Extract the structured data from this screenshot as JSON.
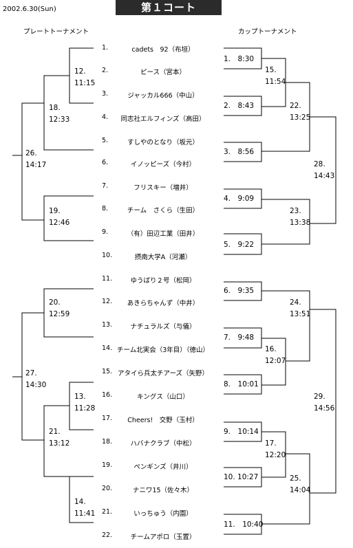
{
  "header": {
    "date": "2002.6.30(Sun)",
    "title": "第１コート",
    "plate_label": "プレートトーナメント",
    "cup_label": "カップトーナメント"
  },
  "teams": [
    {
      "num": "1.",
      "name": "cadets　92（布垣）"
    },
    {
      "num": "2.",
      "name": "ピース（宮本）"
    },
    {
      "num": "3.",
      "name": "ジャッカル666（中山）"
    },
    {
      "num": "4.",
      "name": "同志社エルフィンズ（高田）"
    },
    {
      "num": "5.",
      "name": "すしやのとなり（坂元）"
    },
    {
      "num": "6.",
      "name": "イノッピーズ（今村）"
    },
    {
      "num": "7.",
      "name": "フリスキー（増井）"
    },
    {
      "num": "8.",
      "name": "チーム　さくら（生田）"
    },
    {
      "num": "9.",
      "name": "（有）田辺工業（田井）"
    },
    {
      "num": "10.",
      "name": "摂南大学A（河瀬）"
    },
    {
      "num": "11.",
      "name": "ゆうばり２号（松岡）"
    },
    {
      "num": "12.",
      "name": "あきらちゃんず（中井）"
    },
    {
      "num": "13.",
      "name": "ナチュラルズ（与儀）"
    },
    {
      "num": "14.",
      "name": "チーム北実会（3年目）（徳山）"
    },
    {
      "num": "15.",
      "name": "アタイら兵太チアーズ（矢野）"
    },
    {
      "num": "16.",
      "name": "キングス（山口）"
    },
    {
      "num": "17.",
      "name": "Cheers!　交野（玉村）"
    },
    {
      "num": "18.",
      "name": "ハバナクラブ（中松）"
    },
    {
      "num": "19.",
      "name": "ペンギンズ（井川）"
    },
    {
      "num": "20.",
      "name": "ナニワ15（佐々木）"
    },
    {
      "num": "21.",
      "name": "いっちゅう（内園）"
    },
    {
      "num": "22.",
      "name": "チームアポロ（玉置）"
    }
  ],
  "plate_matches": [
    {
      "line1": "12.",
      "line2": "11:15"
    },
    {
      "line1": "18.",
      "line2": "12:33"
    },
    {
      "line1": "26.",
      "line2": "14:17"
    },
    {
      "line1": "19.",
      "line2": "12:46"
    },
    {
      "line1": "20.",
      "line2": "12:59"
    },
    {
      "line1": "27.",
      "line2": "14:30"
    },
    {
      "line1": "13.",
      "line2": "11:28"
    },
    {
      "line1": "21.",
      "line2": "13:12"
    },
    {
      "line1": "14.",
      "line2": "11:41"
    }
  ],
  "cup_first_round": [
    {
      "label": "1.　8:30"
    },
    {
      "label": "2.　8:43"
    },
    {
      "label": "3.　8:56"
    },
    {
      "label": "4.　9:09"
    },
    {
      "label": "5.　9:22"
    },
    {
      "label": "6.　9:35"
    },
    {
      "label": "7.　9:48"
    },
    {
      "label": "8.　10:01"
    },
    {
      "label": "9.　10:14"
    },
    {
      "label": "10. 10:27"
    },
    {
      "label": "11.　10:40"
    }
  ],
  "cup_matches": [
    {
      "line1": "15.",
      "line2": "11:54"
    },
    {
      "line1": "22.",
      "line2": "13:25"
    },
    {
      "line1": "28.",
      "line2": "14:43"
    },
    {
      "line1": "23.",
      "line2": "13:38"
    },
    {
      "line1": "24.",
      "line2": "13:51"
    },
    {
      "line1": "16.",
      "line2": "12:07"
    },
    {
      "line1": "29.",
      "line2": "14:56"
    },
    {
      "line1": "17.",
      "line2": "12:20"
    },
    {
      "line1": "25.",
      "line2": "14:04"
    }
  ]
}
